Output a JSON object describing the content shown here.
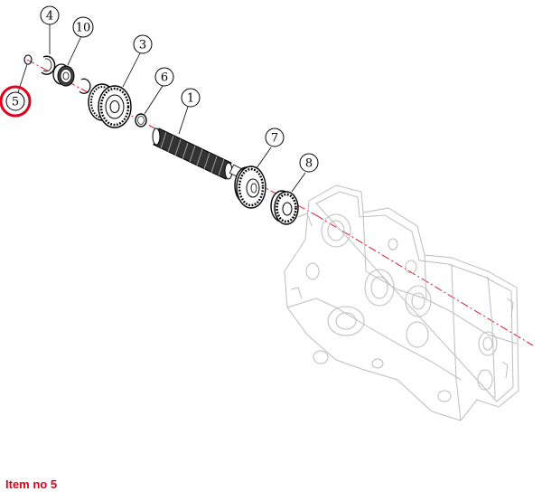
{
  "diagram": {
    "callouts": [
      {
        "id": "4",
        "label": "4"
      },
      {
        "id": "10",
        "label": "10"
      },
      {
        "id": "3",
        "label": "3"
      },
      {
        "id": "6",
        "label": "6"
      },
      {
        "id": "1",
        "label": "1"
      },
      {
        "id": "5",
        "label": "5",
        "highlighted": true
      },
      {
        "id": "7",
        "label": "7"
      },
      {
        "id": "8",
        "label": "8"
      }
    ],
    "highlight_color": "#e0001b",
    "axis_color": "#e0001b"
  },
  "caption": {
    "text": "Item no 5"
  }
}
